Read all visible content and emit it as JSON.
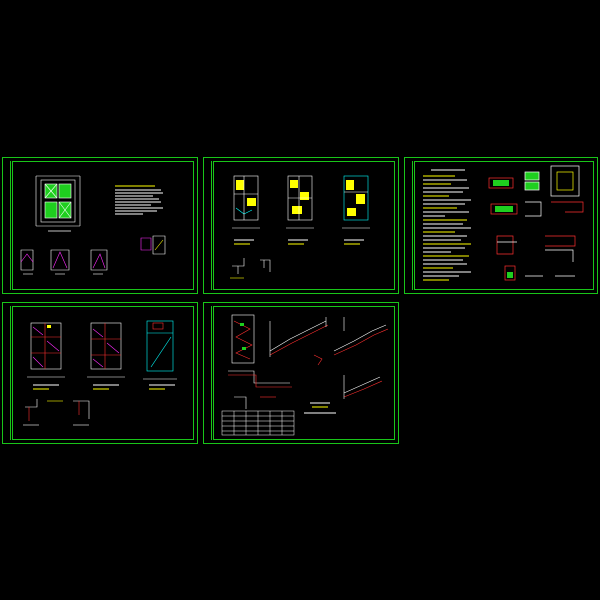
{
  "canvas": {
    "background": "#000000"
  },
  "colors": {
    "frame": "#19c519",
    "wall": "#ffffff",
    "plan_fill": "#1fcf1f",
    "highlight": "#ffff00",
    "accent_magenta": "#ff2bff",
    "accent_cyan": "#00ffff",
    "accent_red": "#ff3030"
  },
  "sheets": [
    {
      "id": "sheet-1",
      "content": "plans-with-notes"
    },
    {
      "id": "sheet-2",
      "content": "three-floor-plans"
    },
    {
      "id": "sheet-3",
      "content": "notes-and-details"
    },
    {
      "id": "sheet-4",
      "content": "three-floor-plans-red"
    },
    {
      "id": "sheet-5",
      "content": "stair-sections-table"
    }
  ]
}
